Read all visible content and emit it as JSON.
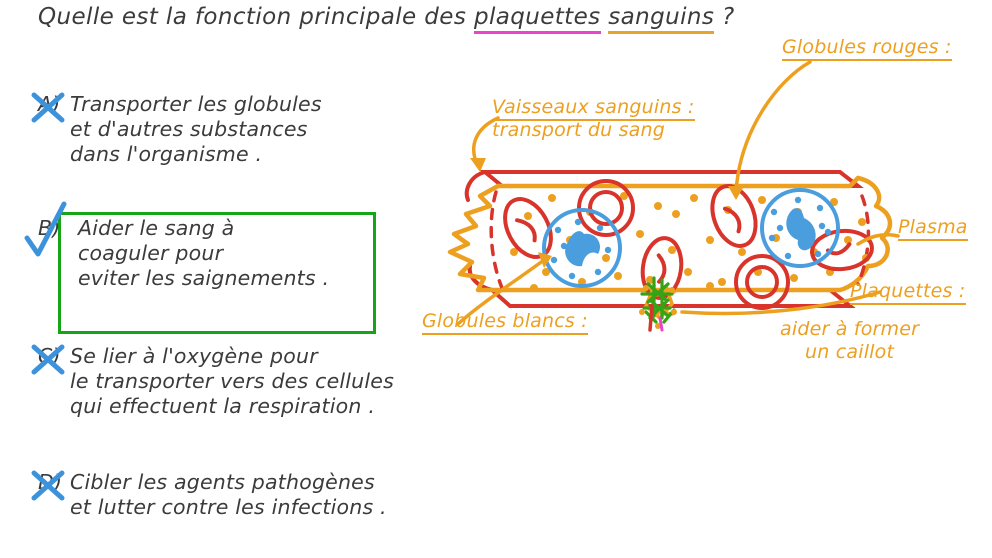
{
  "question": {
    "prefix": "Quelle est la fonction principale des ",
    "term_platelets": "plaquettes",
    "mid": " ",
    "term_blood": "sanguins",
    "suffix": " ?"
  },
  "options": [
    {
      "letter": "A)",
      "text": "Transporter les globules\net d'autres substances\ndans l'organisme .",
      "mark": "cross",
      "state": "incorrect"
    },
    {
      "letter": "B)",
      "text": "Aider le sang à\ncoaguler pour\neviter les saignements .",
      "mark": "check",
      "state": "correct"
    },
    {
      "letter": "C)",
      "text": "Se lier à l'oxygène pour\nle transporter vers des cellules\nqui effectuent la respiration .",
      "mark": "cross",
      "state": "incorrect"
    },
    {
      "letter": "D)",
      "text": "Cibler les agents pathogènes\net lutter contre les infections .",
      "mark": "cross",
      "state": "incorrect"
    }
  ],
  "diagram": {
    "labels": {
      "globules_rouges": "Globules rouges :",
      "vaisseaux_title": "Vaisseaux sanguins :",
      "vaisseaux_desc": "transport du sang",
      "plasma": "Plasma",
      "plaquettes": "Plaquettes :",
      "plaquettes_desc_line1": "aider à former",
      "plaquettes_desc_line2": "un caillot",
      "globules_blancs": "Globules blancs :"
    }
  },
  "colors": {
    "ink": "#3b3b3b",
    "orange": "#eda01f",
    "red": "#d8342c",
    "blue_cell": "#4a9ede",
    "blue_mark": "#3d93db",
    "green_box": "#17a417",
    "green_clot": "#35a315",
    "magenta": "#e845c8"
  }
}
